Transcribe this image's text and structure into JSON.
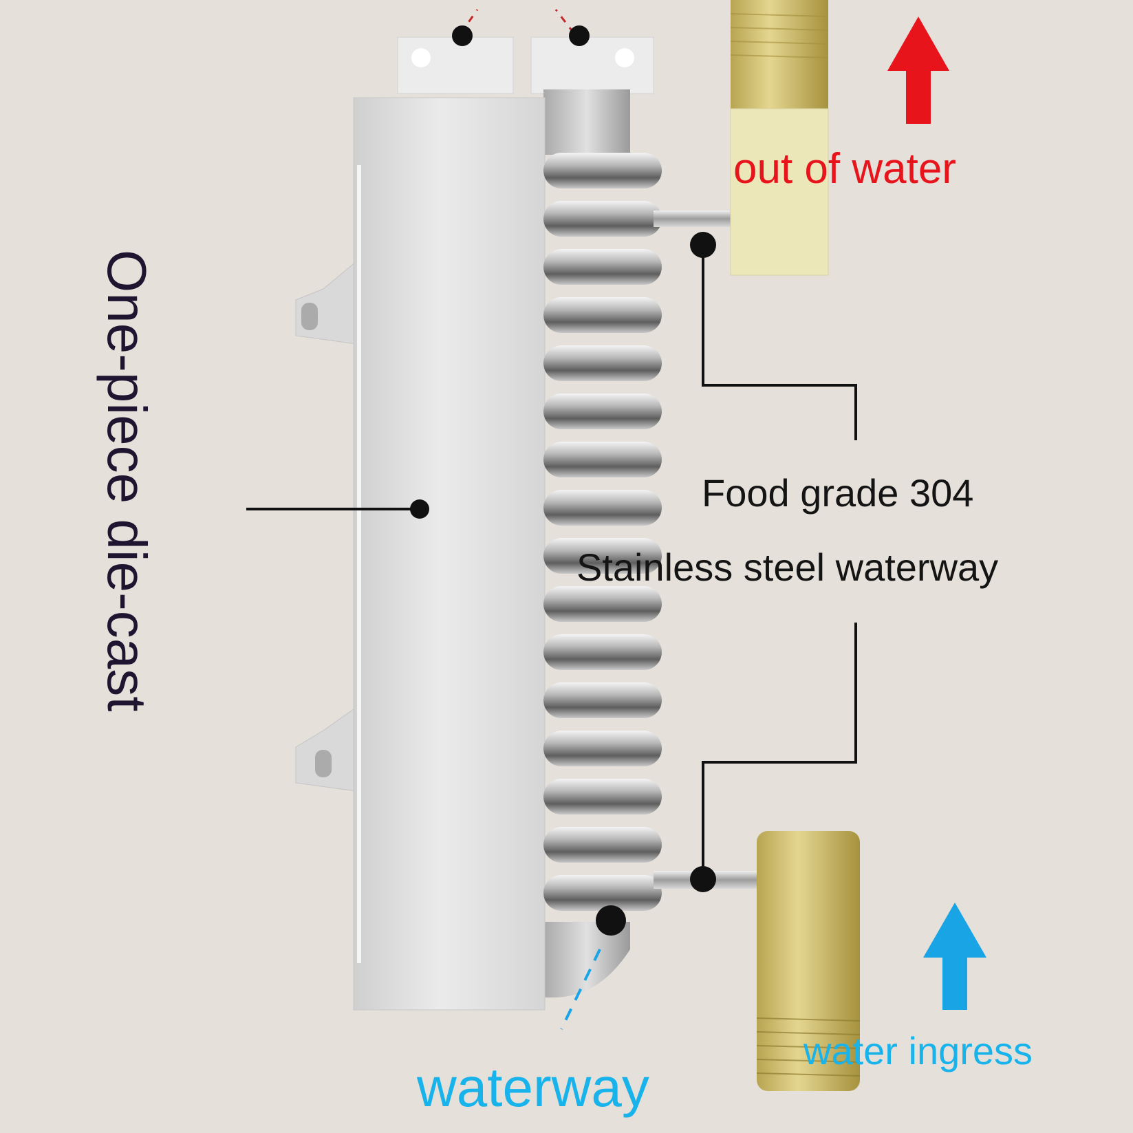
{
  "labels": {
    "out_of_water": "out of water",
    "food_grade_line1": "Food grade 304",
    "food_grade_line2": "Stainless steel waterway",
    "one_piece": "One-piece die-cast",
    "waterway": "waterway",
    "water_ingress": "water ingress"
  },
  "colors": {
    "background": "#e5e0d9",
    "out_arrow": "#e8141c",
    "in_arrow": "#19a4e6",
    "brass": "#c9b86a",
    "housing": "#dcdcdc",
    "callout_line": "#111111"
  },
  "icons": {
    "out_arrow": "arrow-up-red-icon",
    "in_arrow": "arrow-up-blue-icon"
  }
}
